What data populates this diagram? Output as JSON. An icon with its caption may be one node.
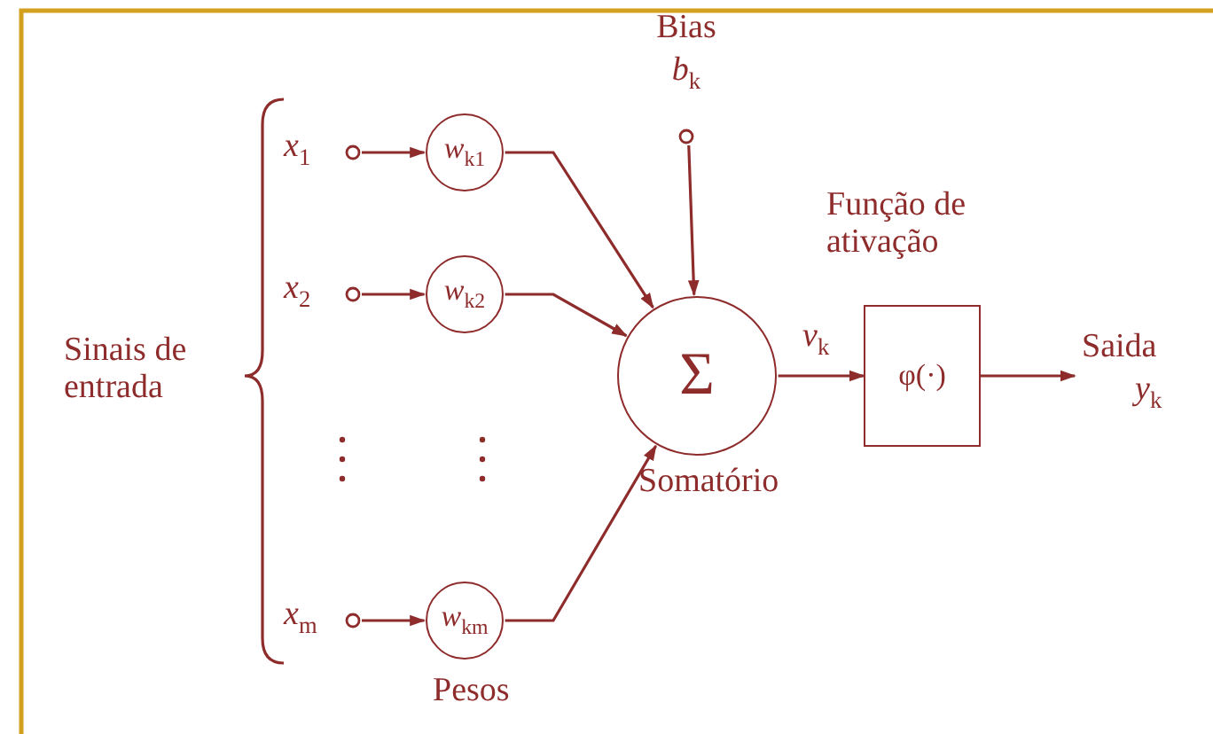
{
  "diagram": {
    "nodes": [
      {
        "text": [
          "*x*$_{1}$"
        ]
      },
      {
        "text": [
          "*x*$_{2}$"
        ]
      },
      {
        "text": [
          "*x*$_{m}$"
        ]
      },
      {
        "text": [
          "*w*$_{k1}$"
        ]
      },
      {
        "text": [
          "*w*$_{k2}$"
        ]
      },
      {
        "text": [
          "*w*$_{km}$"
        ]
      },
      {
        "text": [
          "Bias",
          "*b*$_{k}$"
        ]
      },
      {
        "text": [
          "Σ"
        ],
        "beside": [
          "Somatório"
        ]
      },
      {
        "text": [
          "Função de ativação",
          "φ(·)"
        ]
      },
      {
        "text": [
          "Saida",
          "*y*$_{k}$"
        ]
      }
    ],
    "edges": [
      {
        "from": 0,
        "to": 3,
        "arrow": "to"
      },
      {
        "from": 1,
        "to": 4,
        "arrow": "to"
      },
      {
        "from": 2,
        "to": 5,
        "arrow": "to"
      },
      {
        "from": 3,
        "to": 7,
        "arrow": "to"
      },
      {
        "from": 4,
        "to": 7,
        "arrow": "to"
      },
      {
        "from": 5,
        "to": 7,
        "arrow": "to"
      },
      {
        "from": 6,
        "to": 7,
        "arrow": "to"
      },
      {
        "from": 7,
        "to": 8,
        "arrow": "to",
        "label": "*v*$_{k}$"
      },
      {
        "from": 8,
        "to": 9,
        "arrow": "to"
      }
    ],
    "labels": [
      "Sinais de entrada",
      "Pesos"
    ]
  }
}
